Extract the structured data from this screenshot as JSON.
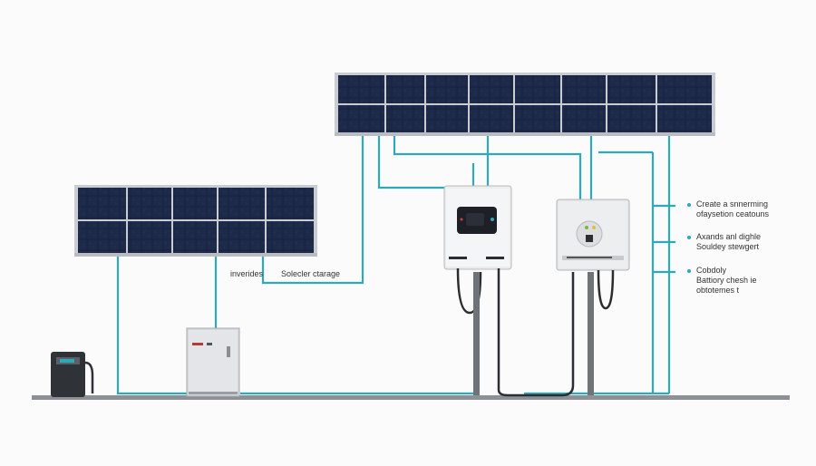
{
  "labels": {
    "inverter_label": "inverides",
    "storage_label": "Solecler ctarage"
  },
  "annotations": [
    {
      "line1": "Create a snnerming",
      "line2": "ofaysetion ceatouns"
    },
    {
      "line1": "Axands anl dighle",
      "line2": "Souldey stewgert"
    },
    {
      "line1": "Cobdoly",
      "line2": "Battiory chesh ie",
      "line3": "obtotemes t"
    }
  ],
  "colors": {
    "wire": "#2ea9ba",
    "panel": "#1a2540",
    "panel_frame": "#c9ccd1",
    "ground": "#8a8e93",
    "unit_body": "#e9eaec"
  },
  "icons": {
    "panels": [
      "solar-panel-icon"
    ],
    "devices": [
      "charge-controller-icon",
      "inverter-icon",
      "battery-icon",
      "ev-charger-icon"
    ]
  }
}
